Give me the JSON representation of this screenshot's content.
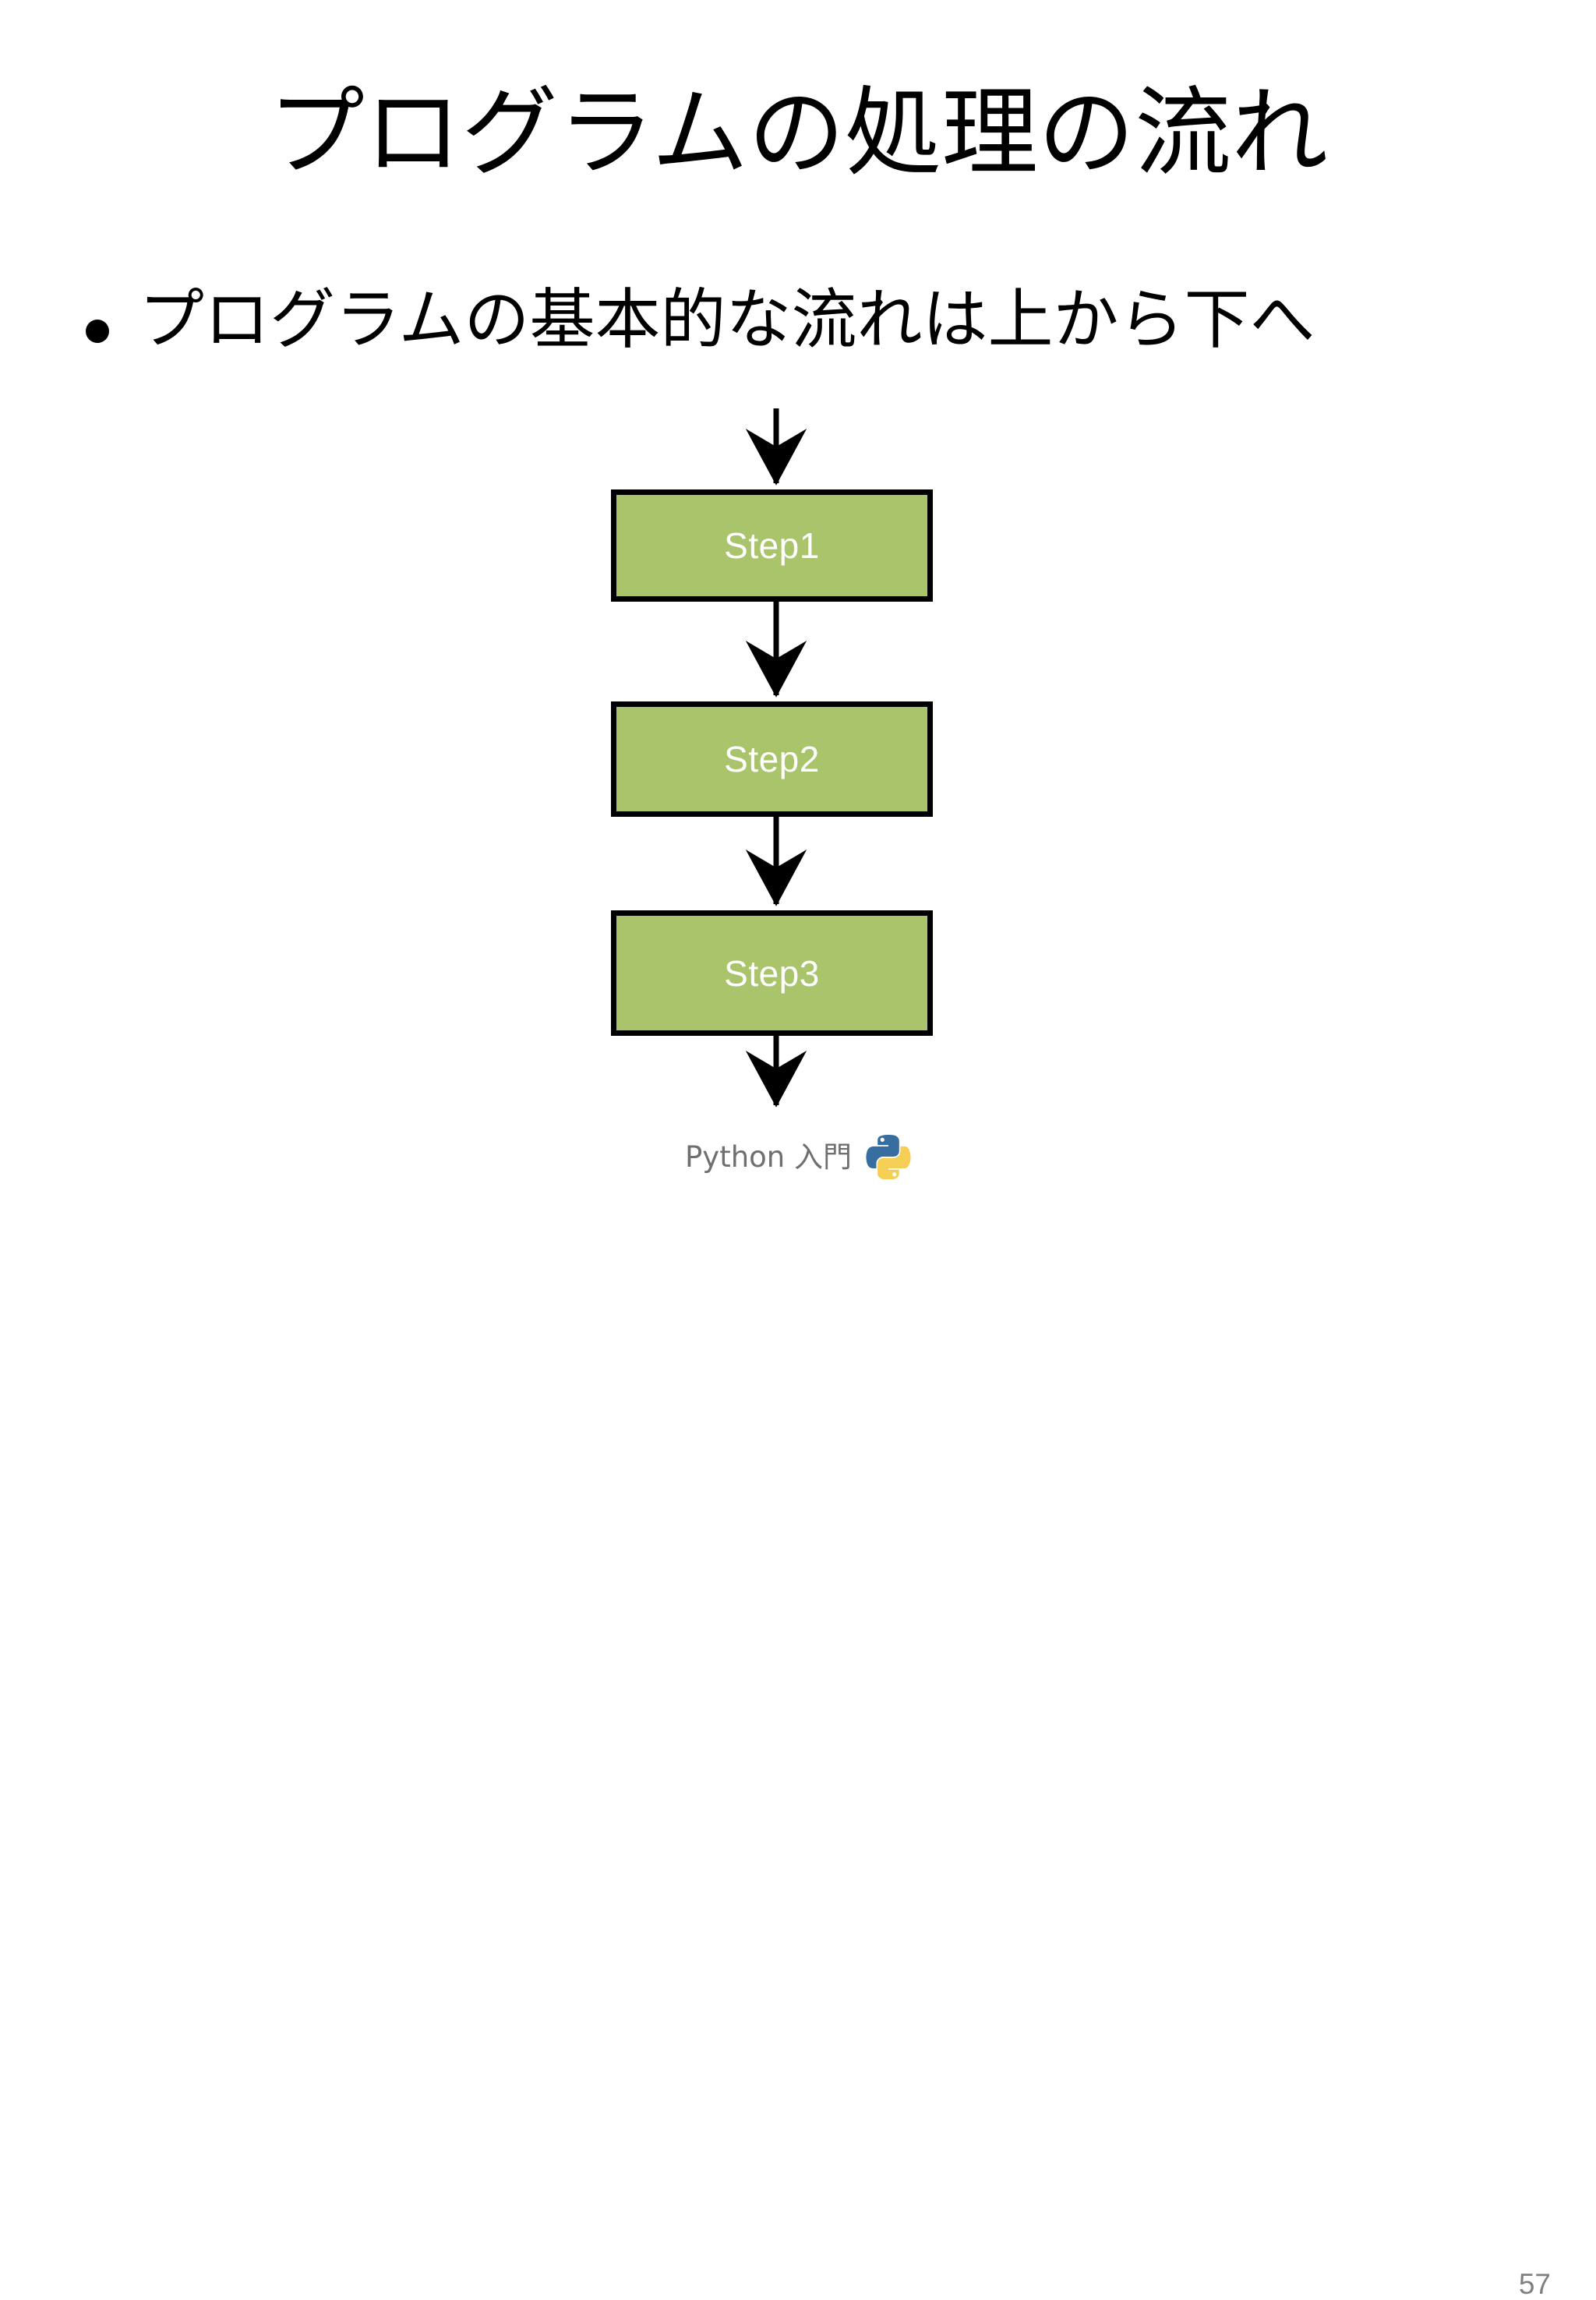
{
  "slide": {
    "title": "プログラムの処理の流れ",
    "bullets": [
      {
        "text": "プログラムの基本的な流れは上から下へ",
        "marker": "•"
      }
    ]
  },
  "diagram": {
    "type": "flowchart-vertical",
    "orientation": "top-to-bottom",
    "box_fill_color": "#A9C46B",
    "box_border_color": "#000000",
    "box_text_color": "#FFFFFF",
    "connector_color": "#000000",
    "nodes": [
      {
        "id": "step1",
        "label": "Step1"
      },
      {
        "id": "step2",
        "label": "Step2"
      },
      {
        "id": "step3",
        "label": "Step3"
      }
    ],
    "connectors": [
      {
        "from": "entry",
        "to": "step1",
        "arrowhead": "stealth"
      },
      {
        "from": "step1",
        "to": "step2",
        "arrowhead": "stealth"
      },
      {
        "from": "step2",
        "to": "step3",
        "arrowhead": "stealth"
      },
      {
        "from": "step3",
        "to": "exit",
        "arrowhead": "stealth"
      }
    ]
  },
  "footer": {
    "label": "Python 入門",
    "logo": "python-logo-icon",
    "logo_colors": {
      "blue": "#386E9F",
      "yellow": "#F5CE56"
    },
    "page_number": "57"
  }
}
